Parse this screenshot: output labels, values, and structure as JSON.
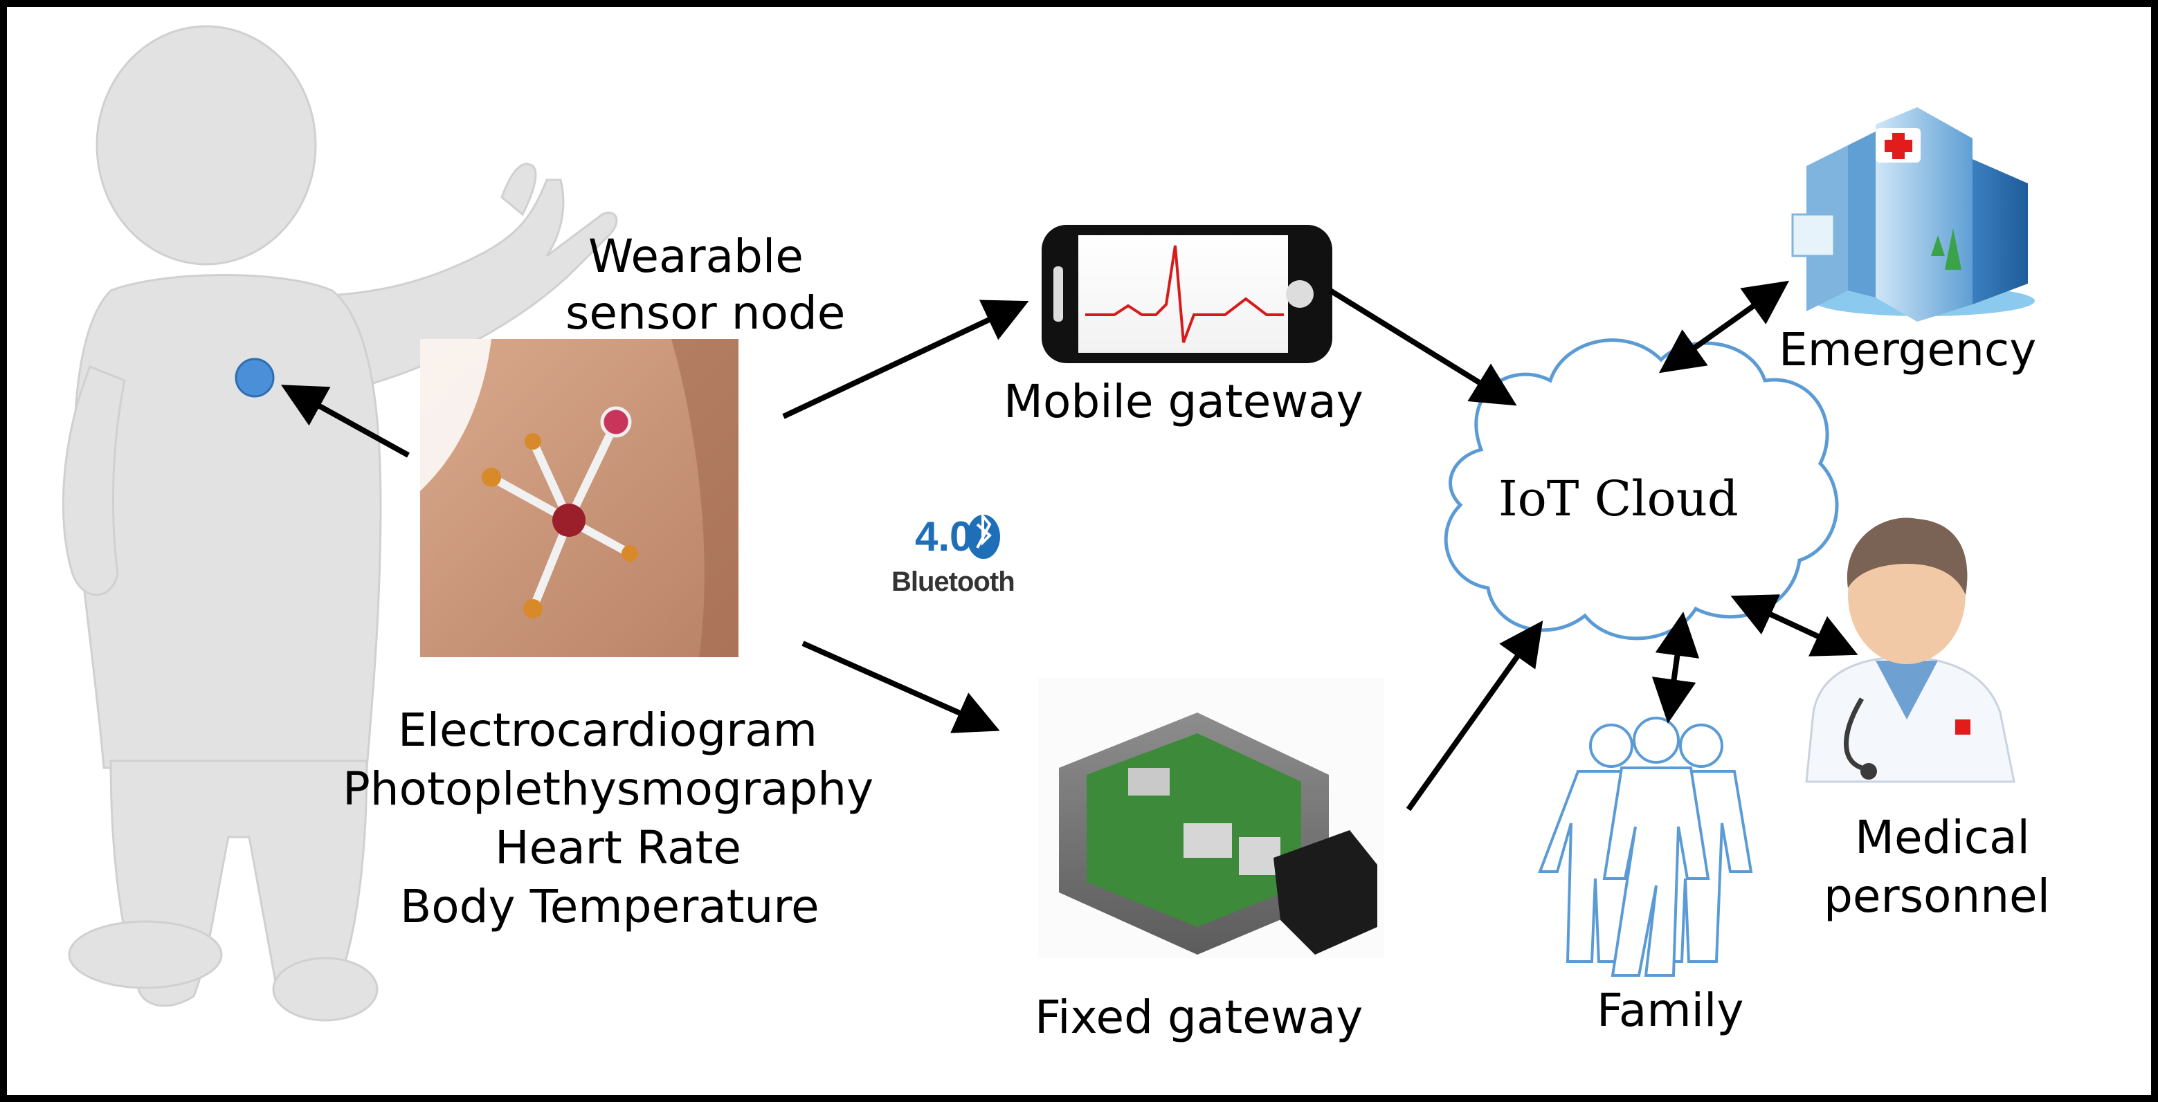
{
  "diagram": {
    "wearable_label_line1": "Wearable",
    "wearable_label_line2": "sensor node",
    "signals": [
      "Electrocardiogram",
      "Photoplethysmography",
      "Heart Rate",
      "Body Temperature"
    ],
    "mobile_gateway": "Mobile gateway",
    "fixed_gateway": "Fixed gateway",
    "bluetooth_version": "4.0",
    "bluetooth_brand": "Bluetooth",
    "cloud_label": "IoT Cloud",
    "emergency": "Emergency",
    "medical_line1": "Medical",
    "medical_line2": "personnel",
    "family": "Family"
  },
  "colors": {
    "frame": "#000000",
    "figure": "#e2e2e2",
    "sensor_dot": "#4a8fd8",
    "cloud_outline": "#5b9bd5",
    "ecg_trace": "#d81a1a",
    "bluetooth_blue": "#1e6fb8",
    "family_outline": "#5b9bd5"
  }
}
